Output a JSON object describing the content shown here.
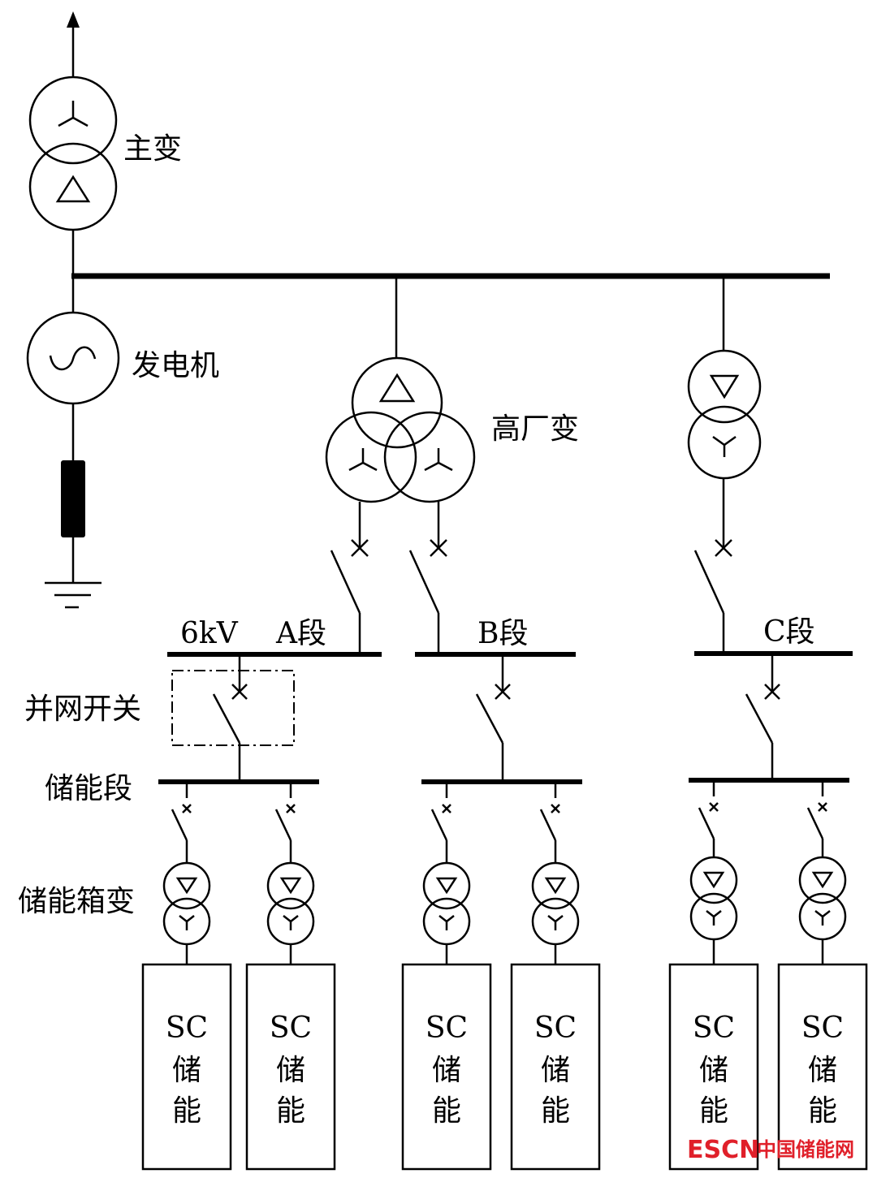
{
  "labels": {
    "main_transformer": "主变",
    "generator": "发电机",
    "plant_transformer": "高厂变",
    "voltage": "6kV",
    "section_a": "A段",
    "section_b": "B段",
    "section_c": "C段",
    "grid_switch": "并网开关",
    "storage_section": "储能段",
    "storage_box_transformer": "储能箱变"
  },
  "storage_units": [
    {
      "l1": "SC",
      "l2": "储",
      "l3": "能"
    },
    {
      "l1": "SC",
      "l2": "储",
      "l3": "能"
    },
    {
      "l1": "SC",
      "l2": "储",
      "l3": "能"
    },
    {
      "l1": "SC",
      "l2": "储",
      "l3": "能"
    },
    {
      "l1": "SC",
      "l2": "储",
      "l3": "能"
    },
    {
      "l1": "SC",
      "l2": "储",
      "l3": "能"
    }
  ],
  "watermark": {
    "latin": "ESCN",
    "cjk": "中国储能网",
    "color": "#e0202a"
  }
}
